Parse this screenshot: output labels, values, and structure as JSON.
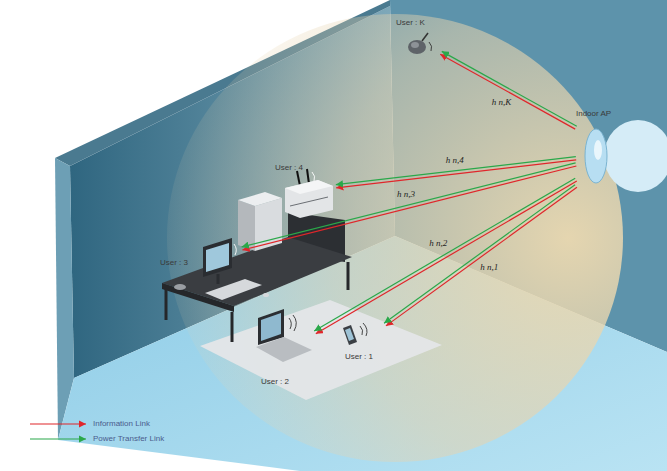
{
  "diagram": {
    "nodes": [
      {
        "text": [
          "User : K"
        ]
      },
      {
        "text": [
          "Indoor AP"
        ]
      },
      {
        "text": [
          "User : 4"
        ]
      },
      {
        "text": [
          "User : 3"
        ]
      },
      {
        "text": [
          "User : 2"
        ]
      },
      {
        "text": [
          "User : 1"
        ]
      }
    ],
    "edges": [
      {
        "from": 1,
        "to": 0,
        "label": "h n,K",
        "arrow": "to"
      },
      {
        "from": 1,
        "to": 2,
        "label": "h n,4",
        "arrow": "to"
      },
      {
        "from": 1,
        "to": 3,
        "label": "h n,3",
        "arrow": "to"
      },
      {
        "from": 1,
        "to": 4,
        "label": "h n,2",
        "arrow": "to"
      },
      {
        "from": 1,
        "to": 5,
        "label": "h n,1",
        "arrow": "to"
      }
    ],
    "legend": [
      {
        "text": "Information Link"
      },
      {
        "text": "Power Transfer Link"
      }
    ]
  }
}
